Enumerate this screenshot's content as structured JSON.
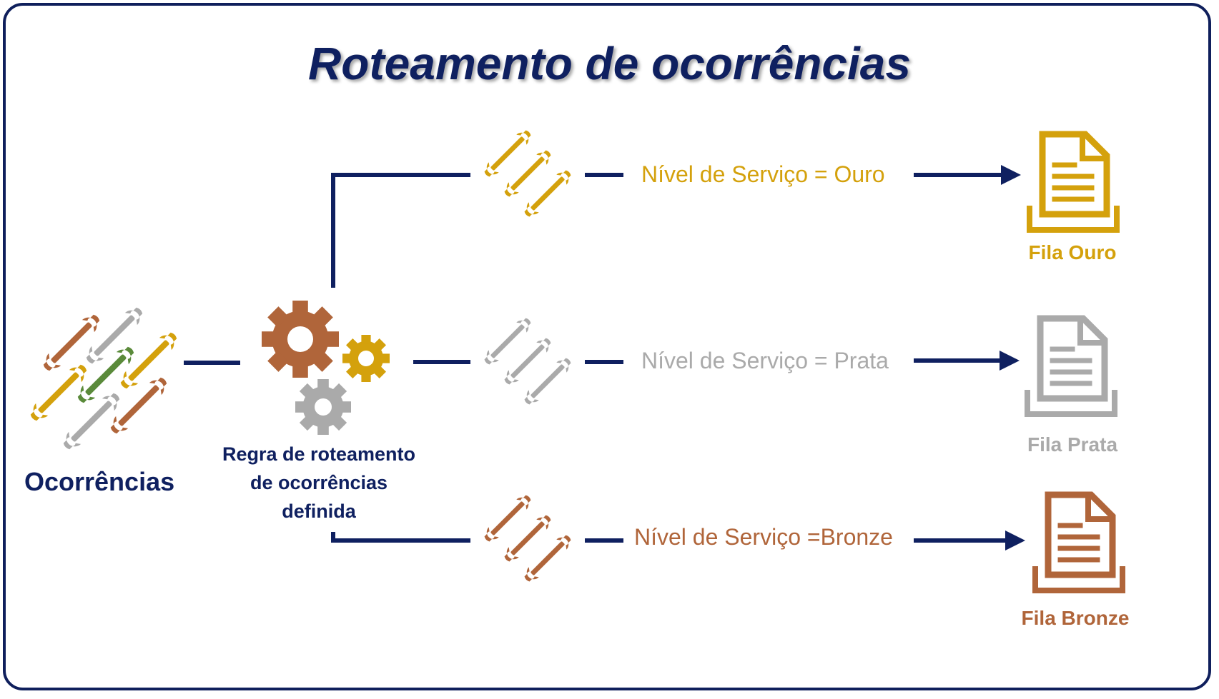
{
  "title": "Roteamento de ocorrências",
  "source": {
    "label": "Ocorrências"
  },
  "rule": {
    "line1": "Regra de roteamento",
    "line2": "de ocorrências",
    "line3": "definida"
  },
  "routes": [
    {
      "level_label": "Nível de Serviço = Ouro",
      "queue_label": "Fila Ouro",
      "color": "#d4a10c"
    },
    {
      "level_label": "Nível de Serviço = Prata",
      "queue_label": "Fila Prata",
      "color": "#aaaaaa"
    },
    {
      "level_label": "Nível de Serviço =Bronze",
      "queue_label": "Fila Bronze",
      "color": "#b0653a"
    }
  ],
  "colors": {
    "frame": "#0f1f5c",
    "connector": "#0f2060",
    "wrench_green": "#5a8a3a",
    "gear_main": "#b0653a",
    "gear_gold": "#d4a10c",
    "gear_grey": "#aaaaaa"
  },
  "icons": [
    "wrench-icon",
    "gear-icon",
    "document-tray-icon",
    "arrow-right-icon"
  ]
}
